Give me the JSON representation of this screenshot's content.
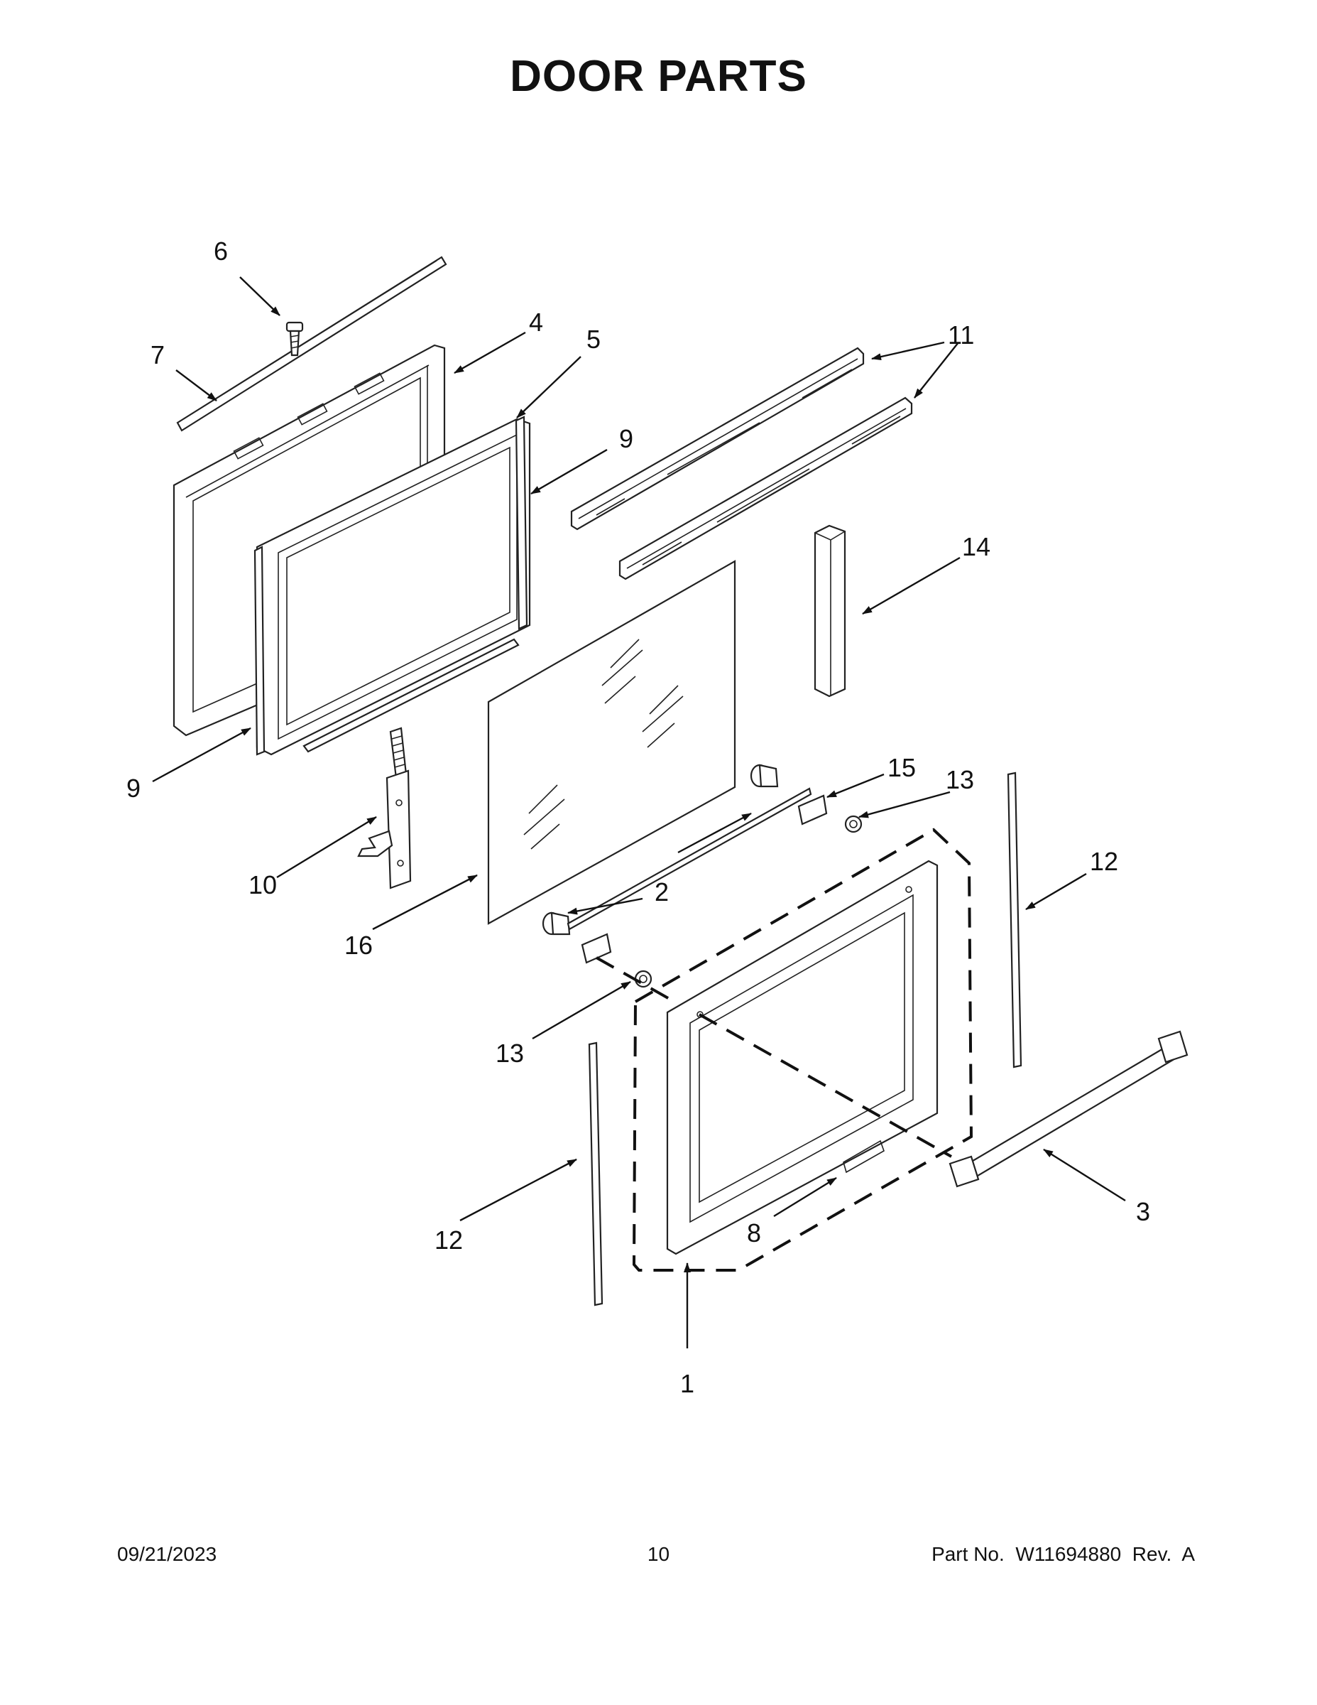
{
  "title": "DOOR PARTS",
  "footer": {
    "date": "09/21/2023",
    "page": "10",
    "part_number": "Part No.  W11694880  Rev.  A"
  },
  "callouts": {
    "c1": "1",
    "c2": "2",
    "c3": "3",
    "c4": "4",
    "c5": "5",
    "c6": "6",
    "c7": "7",
    "c8": "8",
    "c9a": "9",
    "c9b": "9",
    "c10": "10",
    "c11": "11",
    "c12a": "12",
    "c12b": "12",
    "c13a": "13",
    "c13b": "13",
    "c14": "14",
    "c15": "15",
    "c16": "16"
  }
}
